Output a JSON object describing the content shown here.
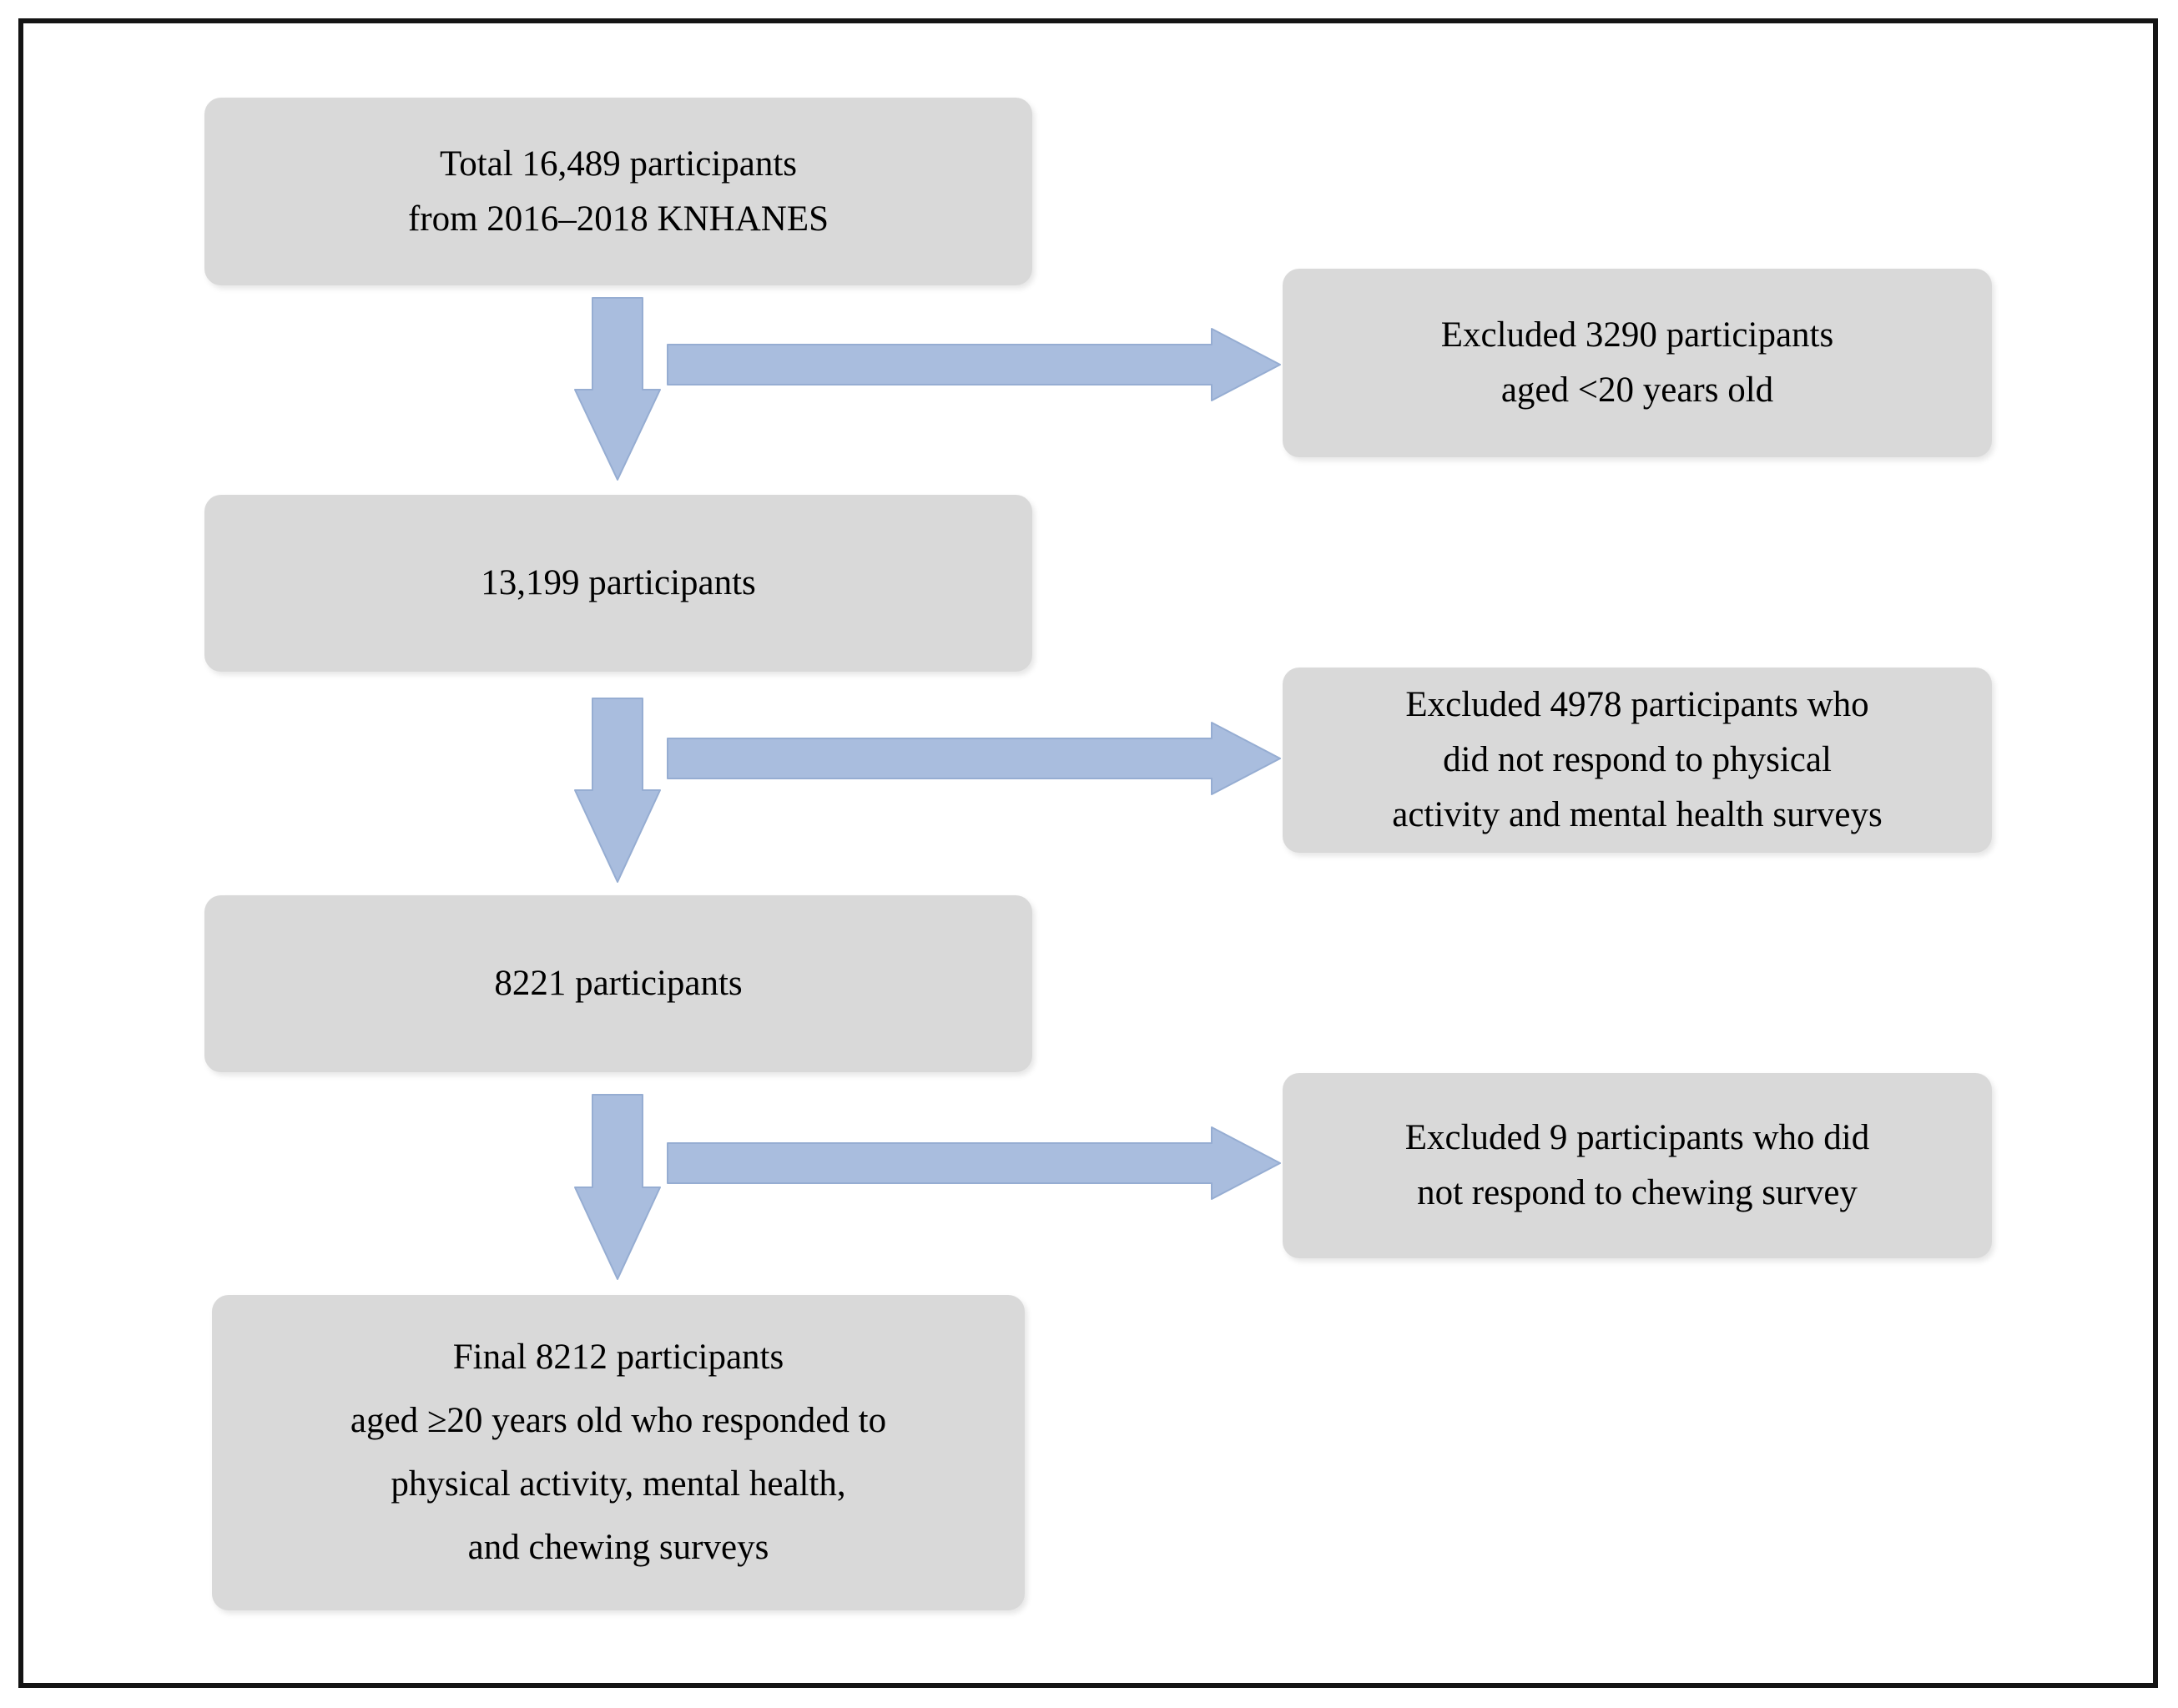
{
  "figure": {
    "type": "participant-flow-diagram"
  },
  "colors": {
    "background": "#ffffff",
    "box_fill": "#d9d9d9",
    "arrow_fill": "#a9bdde",
    "arrow_stroke": "#96add2",
    "frame_border": "#141414",
    "text": "#000000"
  },
  "flowchart": {
    "main_boxes": [
      {
        "id": "total-participants",
        "lines": [
          "Total 16,489 participants",
          "from 2016–2018 KNHANES"
        ]
      },
      {
        "id": "after-age-exclusion",
        "lines": [
          "13,199 participants"
        ]
      },
      {
        "id": "after-survey-exclusion",
        "lines": [
          "8221 participants"
        ]
      },
      {
        "id": "final-sample",
        "lines": [
          "Final 8212 participants",
          "aged ≥20 years old who responded to",
          "physical activity, mental health,",
          "and chewing surveys"
        ]
      }
    ],
    "exclusion_boxes": [
      {
        "id": "excluded-under-20",
        "lines": [
          "Excluded 3290 participants",
          "aged <20 years old"
        ]
      },
      {
        "id": "excluded-no-pa-mh-response",
        "lines": [
          "Excluded 4978 participants who",
          "did not respond to physical",
          "activity and mental health surveys"
        ]
      },
      {
        "id": "excluded-no-chewing-response",
        "lines": [
          "Excluded 9 participants who did",
          "not respond to chewing survey"
        ]
      }
    ]
  }
}
